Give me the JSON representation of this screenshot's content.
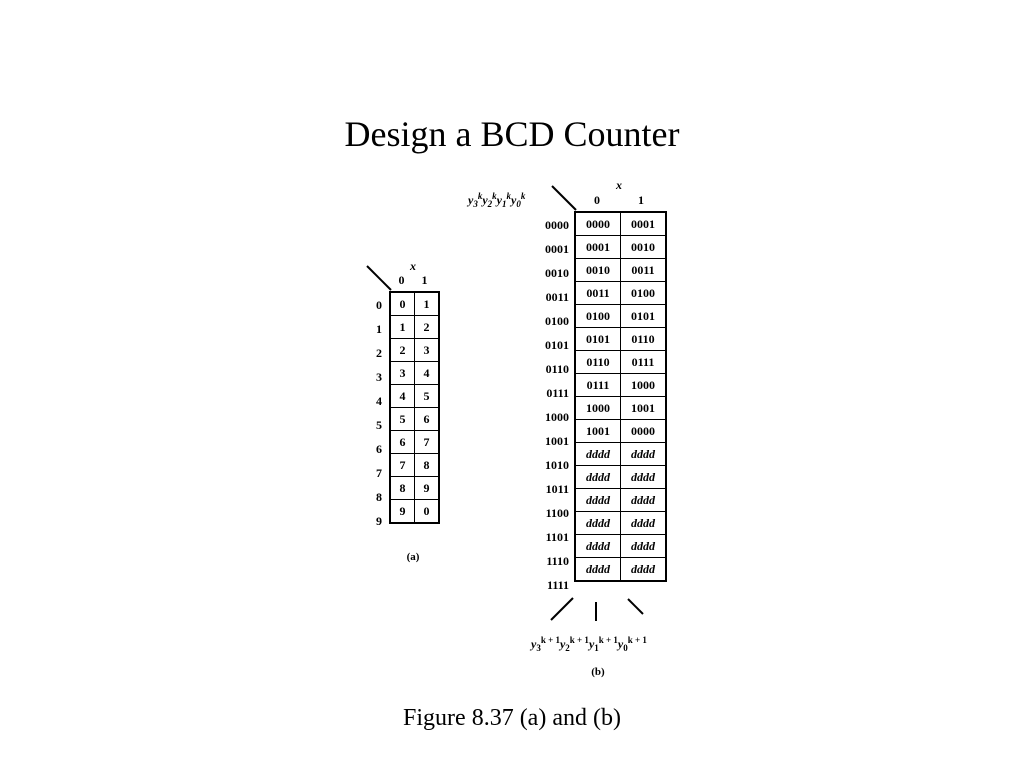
{
  "slide": {
    "title": "Design a BCD Counter",
    "caption": "Figure 8.37 (a) and (b)"
  },
  "table_a": {
    "input_label": "x",
    "columns": [
      "0",
      "1"
    ],
    "rows": [
      {
        "label": "0",
        "cells": [
          "0",
          "1"
        ]
      },
      {
        "label": "1",
        "cells": [
          "1",
          "2"
        ]
      },
      {
        "label": "2",
        "cells": [
          "2",
          "3"
        ]
      },
      {
        "label": "3",
        "cells": [
          "3",
          "4"
        ]
      },
      {
        "label": "4",
        "cells": [
          "4",
          "5"
        ]
      },
      {
        "label": "5",
        "cells": [
          "5",
          "6"
        ]
      },
      {
        "label": "6",
        "cells": [
          "6",
          "7"
        ]
      },
      {
        "label": "7",
        "cells": [
          "7",
          "8"
        ]
      },
      {
        "label": "8",
        "cells": [
          "8",
          "9"
        ]
      },
      {
        "label": "9",
        "cells": [
          "9",
          "0"
        ]
      }
    ],
    "caption": "(a)"
  },
  "table_b": {
    "input_label": "x",
    "state_header": [
      {
        "var": "y",
        "sub": "3",
        "sup": "k"
      },
      {
        "var": "y",
        "sub": "2",
        "sup": "k"
      },
      {
        "var": "y",
        "sub": "1",
        "sup": "k"
      },
      {
        "var": "y",
        "sub": "0",
        "sup": "k"
      }
    ],
    "columns": [
      "0",
      "1"
    ],
    "rows": [
      {
        "label": "0000",
        "cells": [
          "0000",
          "0001"
        ]
      },
      {
        "label": "0001",
        "cells": [
          "0001",
          "0010"
        ]
      },
      {
        "label": "0010",
        "cells": [
          "0010",
          "0011"
        ]
      },
      {
        "label": "0011",
        "cells": [
          "0011",
          "0100"
        ]
      },
      {
        "label": "0100",
        "cells": [
          "0100",
          "0101"
        ]
      },
      {
        "label": "0101",
        "cells": [
          "0101",
          "0110"
        ]
      },
      {
        "label": "0110",
        "cells": [
          "0110",
          "0111"
        ]
      },
      {
        "label": "0111",
        "cells": [
          "0111",
          "1000"
        ]
      },
      {
        "label": "1000",
        "cells": [
          "1000",
          "1001"
        ]
      },
      {
        "label": "1001",
        "cells": [
          "1001",
          "0000"
        ]
      },
      {
        "label": "1010",
        "cells": [
          "dddd",
          "dddd"
        ]
      },
      {
        "label": "1011",
        "cells": [
          "dddd",
          "dddd"
        ]
      },
      {
        "label": "1100",
        "cells": [
          "dddd",
          "dddd"
        ]
      },
      {
        "label": "1101",
        "cells": [
          "dddd",
          "dddd"
        ]
      },
      {
        "label": "1110",
        "cells": [
          "dddd",
          "dddd"
        ]
      },
      {
        "label": "1111",
        "cells": [
          "dddd",
          "dddd"
        ]
      }
    ],
    "next_state_label": [
      {
        "var": "y",
        "sub": "3",
        "sup": "k + 1"
      },
      {
        "var": "y",
        "sub": "2",
        "sup": "k + 1"
      },
      {
        "var": "y",
        "sub": "1",
        "sup": "k + 1"
      },
      {
        "var": "y",
        "sub": "0",
        "sup": "k + 1"
      }
    ],
    "caption": "(b)"
  }
}
